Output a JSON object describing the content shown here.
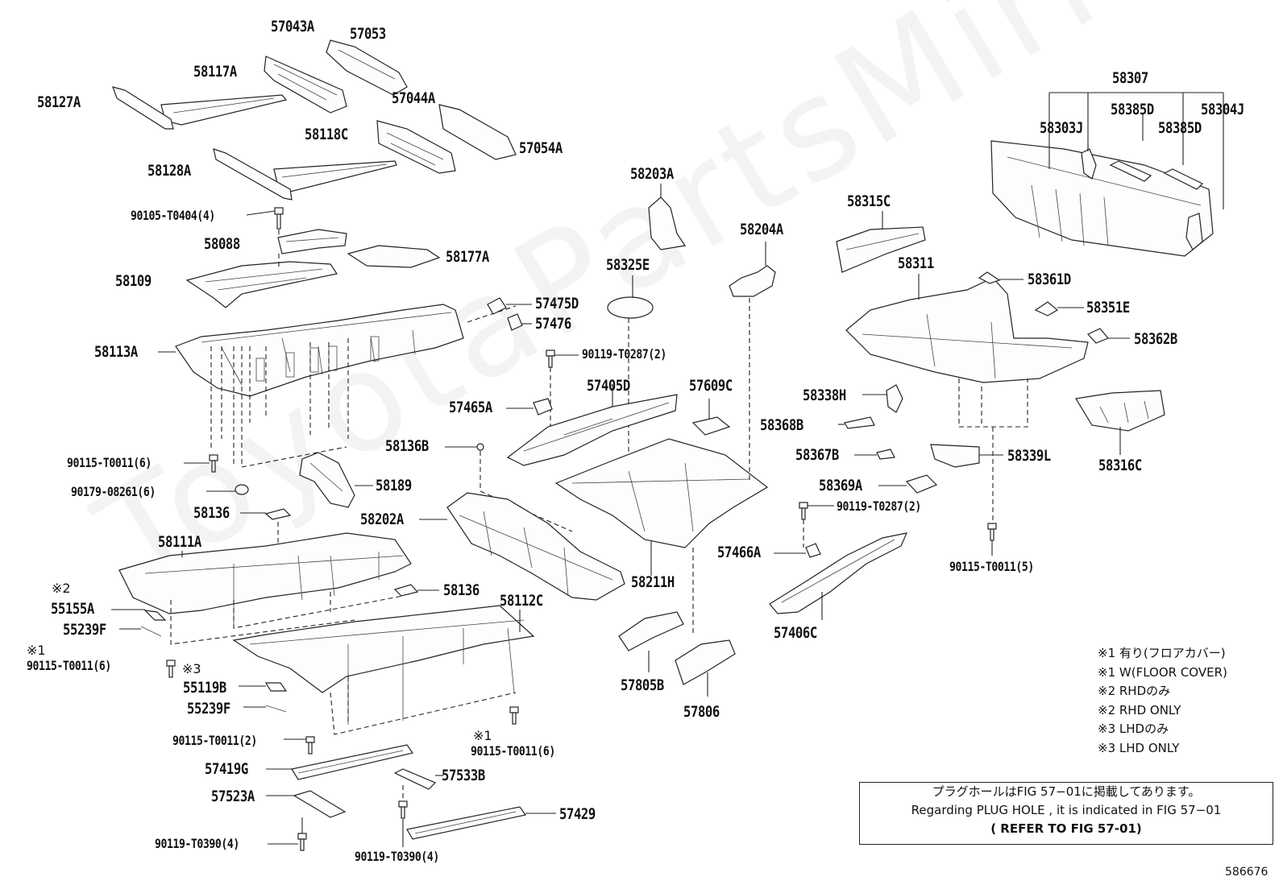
{
  "watermark": "ToyotaPartsMirror",
  "diagram_code": "586676",
  "labels": {
    "l57043A": "57043A",
    "l57053": "57053",
    "l58117A": "58117A",
    "l58127A": "58127A",
    "l57044A": "57044A",
    "l58118C": "58118C",
    "l57054A": "57054A",
    "l58128A": "58128A",
    "l90105": "90105-T0404(4)",
    "l58088": "58088",
    "l58177A": "58177A",
    "l58109": "58109",
    "l57475D": "57475D",
    "l57476": "57476",
    "l58113A": "58113A",
    "l58203A": "58203A",
    "l58325E": "58325E",
    "l58204A": "58204A",
    "l58315C": "58315C",
    "l58307": "58307",
    "l58385D_1": "58385D",
    "l58304J": "58304J",
    "l58303J": "58303J",
    "l58385D_2": "58385D",
    "l58311": "58311",
    "l58361D": "58361D",
    "l58351E": "58351E",
    "l58362B": "58362B",
    "l90119_a": "90119-T0287(2)",
    "l57405D": "57405D",
    "l57609C": "57609C",
    "l57465A": "57465A",
    "l58338H": "58338H",
    "l58368B": "58368B",
    "l58367B": "58367B",
    "l58339L": "58339L",
    "l58316C": "58316C",
    "l58136B": "58136B",
    "l90115_6a": "90115-T0011(6)",
    "l90179": "90179-08261(6)",
    "l58189": "58189",
    "l58136_a": "58136",
    "l58202A": "58202A",
    "l58369A": "58369A",
    "l90119_b": "90119-T0287(2)",
    "l90115_5": "90115-T0011(5)",
    "l58111A": "58111A",
    "l57466A": "57466A",
    "l55155A": "55155A",
    "l55239F_a": "55239F",
    "l58136_b": "58136",
    "l58112C": "58112C",
    "l58211H": "58211H",
    "l57406C": "57406C",
    "l90115_6b": "90115-T0011(6)",
    "l55119B": "55119B",
    "l55239F_b": "55239F",
    "l57805B": "57805B",
    "l57806": "57806",
    "l90115_2": "90115-T0011(2)",
    "l90115_6c": "90115-T0011(6)",
    "l57419G": "57419G",
    "l57533B": "57533B",
    "l57523A": "57523A",
    "l57429": "57429",
    "l90119_t0390_a": "90119-T0390(4)",
    "l90119_t0390_b": "90119-T0390(4)"
  },
  "notes": {
    "n_2": "※2",
    "n_1a": "※1",
    "n_3": "※3",
    "n_1b": "※1"
  },
  "legend": [
    "※1 有り(フロアカバー)",
    "※1 W(FLOOR COVER)",
    "※2 RHDのみ",
    "※2 RHD ONLY",
    "※3 LHDのみ",
    "※3 LHD ONLY"
  ],
  "plug_note": {
    "line1": "プラグホールはFIG 57−01に掲載してあります。",
    "line2": "Regarding  PLUG  HOLE , it is indicated in FIG  57−01",
    "line3": "( REFER TO FIG 57-01)"
  }
}
